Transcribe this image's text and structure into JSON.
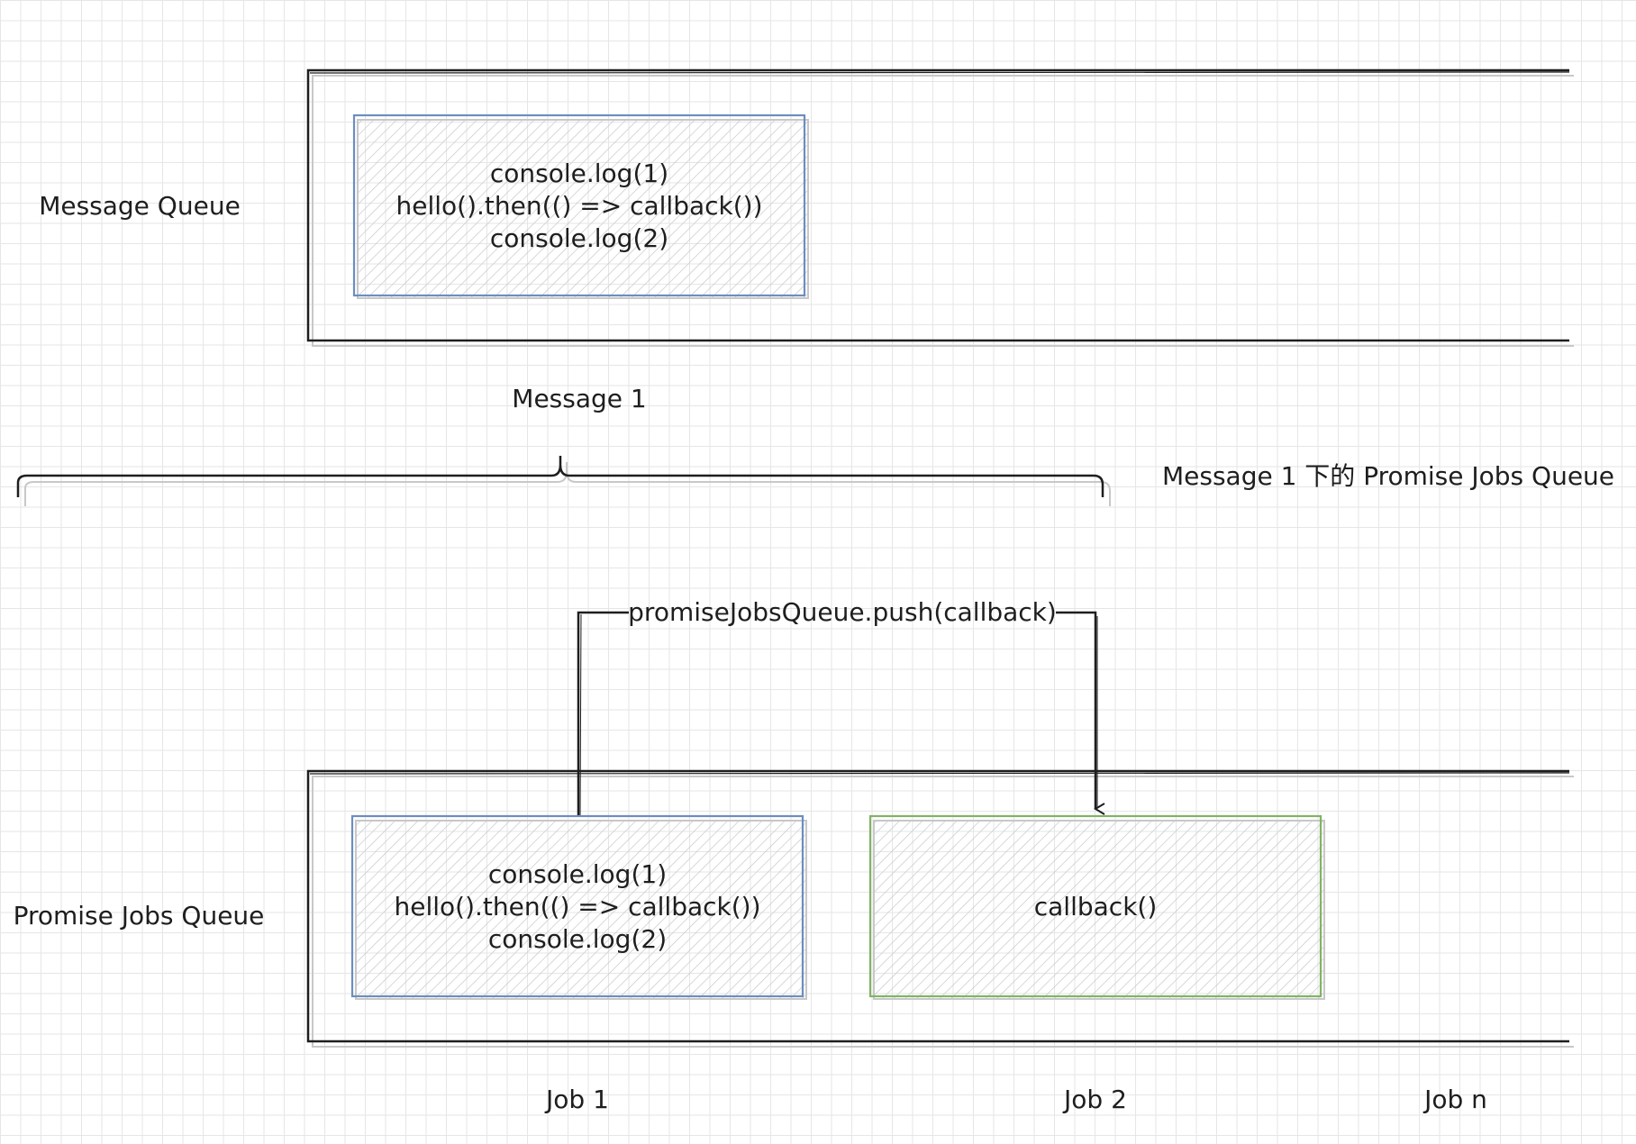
{
  "labels": {
    "message_queue": "Message Queue",
    "promise_jobs_queue": "Promise Jobs Queue",
    "message_1": "Message 1",
    "message_1_jobs_queue": "Message 1 下的 Promise Jobs Queue",
    "push_label": "promiseJobsQueue.push(callback)",
    "job_1": "Job 1",
    "job_2": "Job 2",
    "job_n": "Job n"
  },
  "message_box": {
    "lines": [
      "console.log(1)",
      "hello().then(() => callback())",
      "console.log(2)"
    ]
  },
  "job1_box": {
    "lines": [
      "console.log(1)",
      "hello().then(() => callback())",
      "console.log(2)"
    ]
  },
  "job2_box": {
    "lines": [
      "callback()"
    ]
  },
  "colors": {
    "stroke": "#1e1e1e",
    "blue": "#6c8ebf",
    "green": "#82b366",
    "hatch": "#bfc4cc",
    "grid": "#e6e6e6"
  }
}
